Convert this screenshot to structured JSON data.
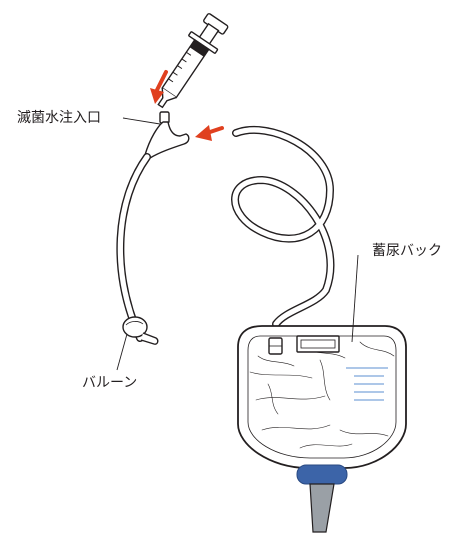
{
  "labels": {
    "injection_port": "滅菌水注入口",
    "urine_bag": "蓄尿バック",
    "balloon": "バルーン"
  },
  "colors": {
    "line": "#231f20",
    "arrow": "#e0401f",
    "bag_connector": "#3c64a8",
    "bag_scale": "#5b8fd0",
    "outlet_tube": "#9aa0a6"
  }
}
